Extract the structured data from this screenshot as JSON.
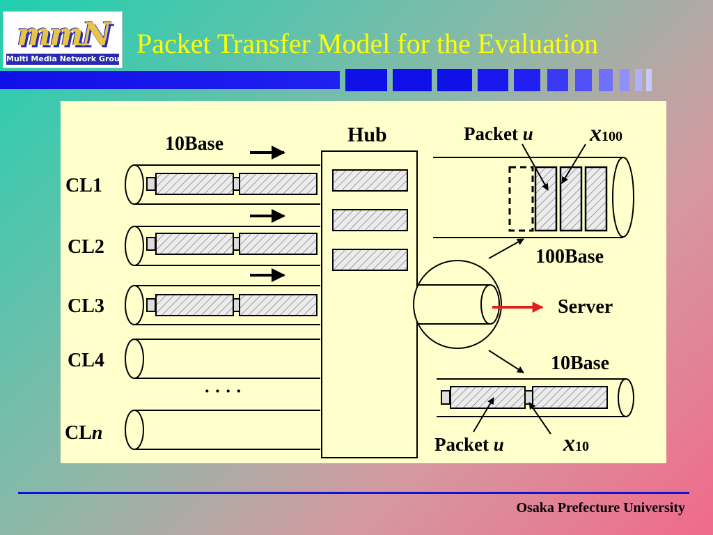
{
  "header": {
    "logo_mark": "mmN",
    "logo_caption": "Multi Media Network Group",
    "title": "Packet Transfer Model for the Evaluation"
  },
  "diagram": {
    "hub_label": "Hub",
    "link_label_left": "10Base",
    "clients": [
      {
        "prefix": "CL",
        "suffix": "1"
      },
      {
        "prefix": "CL",
        "suffix": "2"
      },
      {
        "prefix": "CL",
        "suffix": "3"
      },
      {
        "prefix": "CL",
        "suffix": "4"
      },
      {
        "prefix": "CL",
        "suffix": "n"
      }
    ],
    "ellipsis": "· · · ·",
    "fast_link_label": "100Base",
    "slow_link_label": "10Base",
    "server_label": "Server",
    "packet_label_top": {
      "word": "Packet",
      "var": "u"
    },
    "packet_label_bottom": {
      "word": "Packet",
      "var": "u"
    },
    "x_top": {
      "base": "x",
      "sub": "100"
    },
    "x_bottom": {
      "base": "x",
      "sub": "10"
    }
  },
  "footer": {
    "institution": "Osaka Prefecture University"
  },
  "colors": {
    "title": "#ffff00",
    "accent_band": "#1010e8",
    "panel_bg": "#ffffcc",
    "server_arrow": "#e02020"
  }
}
